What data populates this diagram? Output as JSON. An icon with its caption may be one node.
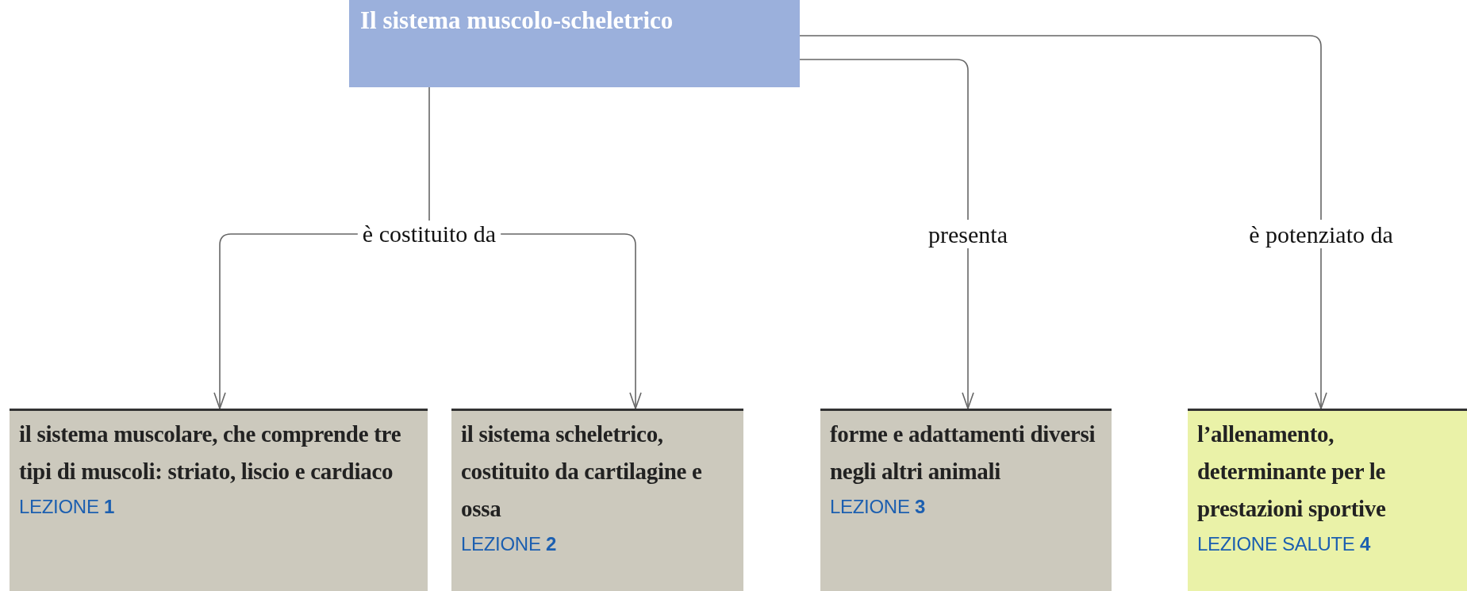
{
  "diagram": {
    "nodes": [
      {
        "text": [
          "Il sistema muscolo-scheletrico"
        ]
      },
      {
        "text": [
          "è costituito da"
        ]
      },
      {
        "text": [
          "presenta"
        ]
      },
      {
        "text": [
          "è potenziato da"
        ]
      },
      {
        "text": [
          "il sistema muscolare, che comprende tre tipi di muscoli: striato, liscio e cardiaco",
          "LEZIONE **1**"
        ]
      },
      {
        "text": [
          "il sistema scheletrico, costituito da cartilagine e ossa",
          "LEZIONE **2**"
        ]
      },
      {
        "text": [
          "forme e adattamenti diversi negli altri animali",
          "LEZIONE **3**"
        ]
      },
      {
        "text": [
          "l’allenamento, determinante per le prestazioni sportive",
          "LEZIONE SALUTE **4**"
        ]
      }
    ],
    "edges": [
      {
        "from": 0,
        "to": 1,
        "arrow": "none"
      },
      {
        "from": 1,
        "to": 4,
        "arrow": "to"
      },
      {
        "from": 1,
        "to": 5,
        "arrow": "to"
      },
      {
        "from": 0,
        "to": 2,
        "arrow": "none"
      },
      {
        "from": 2,
        "to": 6,
        "arrow": "to"
      },
      {
        "from": 0,
        "to": 3,
        "arrow": "none"
      },
      {
        "from": 3,
        "to": 7,
        "arrow": "to"
      }
    ]
  }
}
